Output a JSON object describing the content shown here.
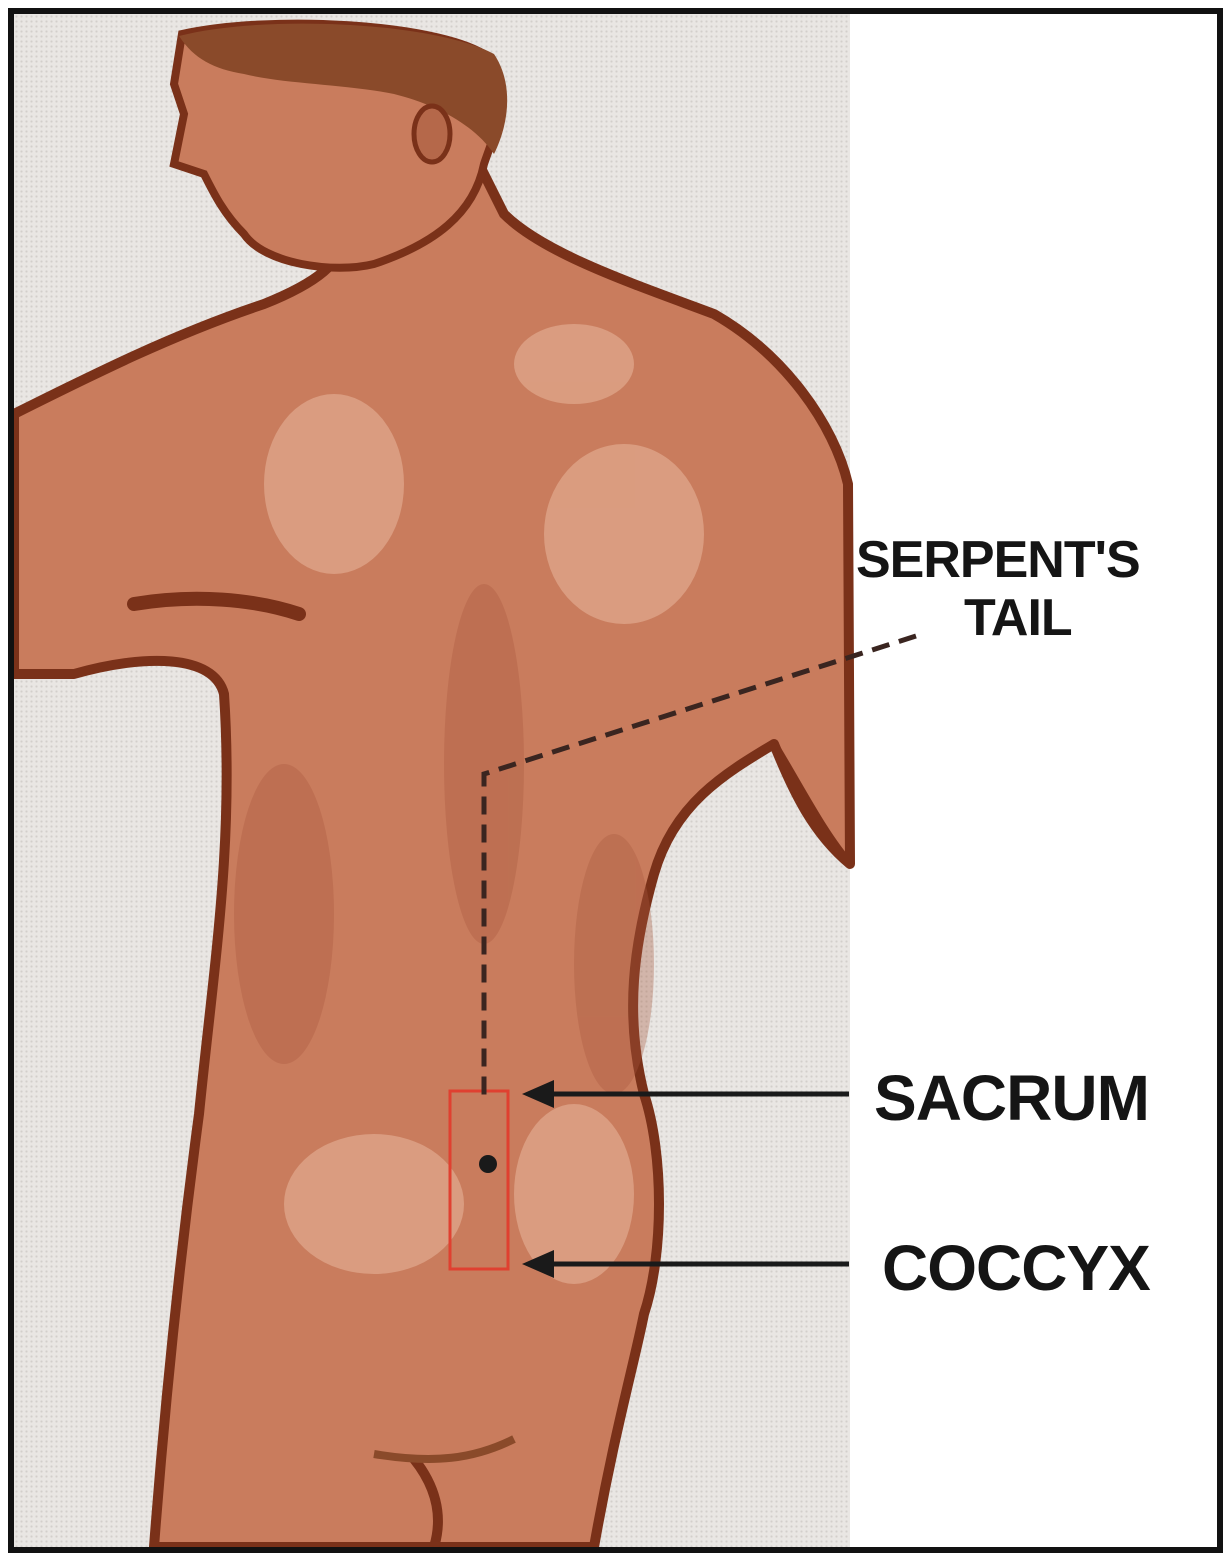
{
  "labels": {
    "serpent_tail_line1": "SERPENT'S",
    "serpent_tail_line2": "TAIL",
    "sacrum": "SACRUM",
    "coccyx": "COCCYX"
  },
  "colors": {
    "skin": "#c97c5d",
    "skin_shadow": "#b5684a",
    "outline": "#7a3119",
    "hair": "#8a4a2a",
    "highlight_box": "#e04030",
    "text": "#151515",
    "background_panel": "#e9e6e3"
  }
}
